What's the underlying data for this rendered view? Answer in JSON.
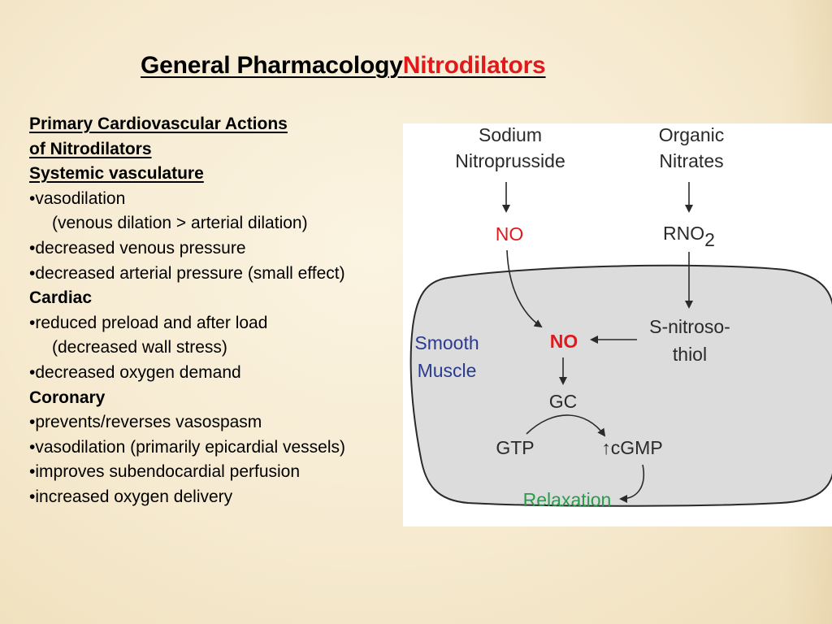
{
  "title": {
    "main": "General Pharmacology",
    "accent": "Nitrodilators"
  },
  "body": {
    "heading1_line1": "Primary Cardiovascular Actions",
    "heading1_line2": "of Nitrodilators",
    "heading_systemic": "Systemic vasculature",
    "systemic": [
      "•vasodilation",
      "(venous dilation > arterial dilation)",
      "•decreased venous pressure",
      "•decreased arterial pressure (small effect)"
    ],
    "heading_cardiac": "Cardiac",
    "cardiac": [
      "•reduced preload and after load",
      "(decreased wall stress)",
      "•decreased oxygen demand"
    ],
    "heading_coronary": "Coronary",
    "coronary": [
      "•prevents/reverses vasospasm",
      "•vasodilation (primarily epicardial vessels)",
      "•improves subendocardial perfusion",
      "•increased oxygen delivery"
    ]
  },
  "diagram": {
    "sodium_line1": "Sodium",
    "sodium_line2": "Nitroprusside",
    "organic_line1": "Organic",
    "organic_line2": "Nitrates",
    "no_top": "NO",
    "rno": "RNO",
    "rno_sub": "2",
    "smooth_line1": "Smooth",
    "smooth_line2": "Muscle",
    "no_center": "NO",
    "snitroso_line1": "S-nitroso-",
    "snitroso_line2": "thiol",
    "gc": "GC",
    "gtp": "GTP",
    "cgmp": "↑cGMP",
    "relaxation": "Relaxation",
    "colors": {
      "cell_fill": "#dcdcdc",
      "no_top": "#e0191c",
      "no_center": "#e0191c",
      "smooth_muscle": "#2a3b8f",
      "relaxation": "#2c9a4e",
      "text": "#2a2a2a"
    }
  }
}
